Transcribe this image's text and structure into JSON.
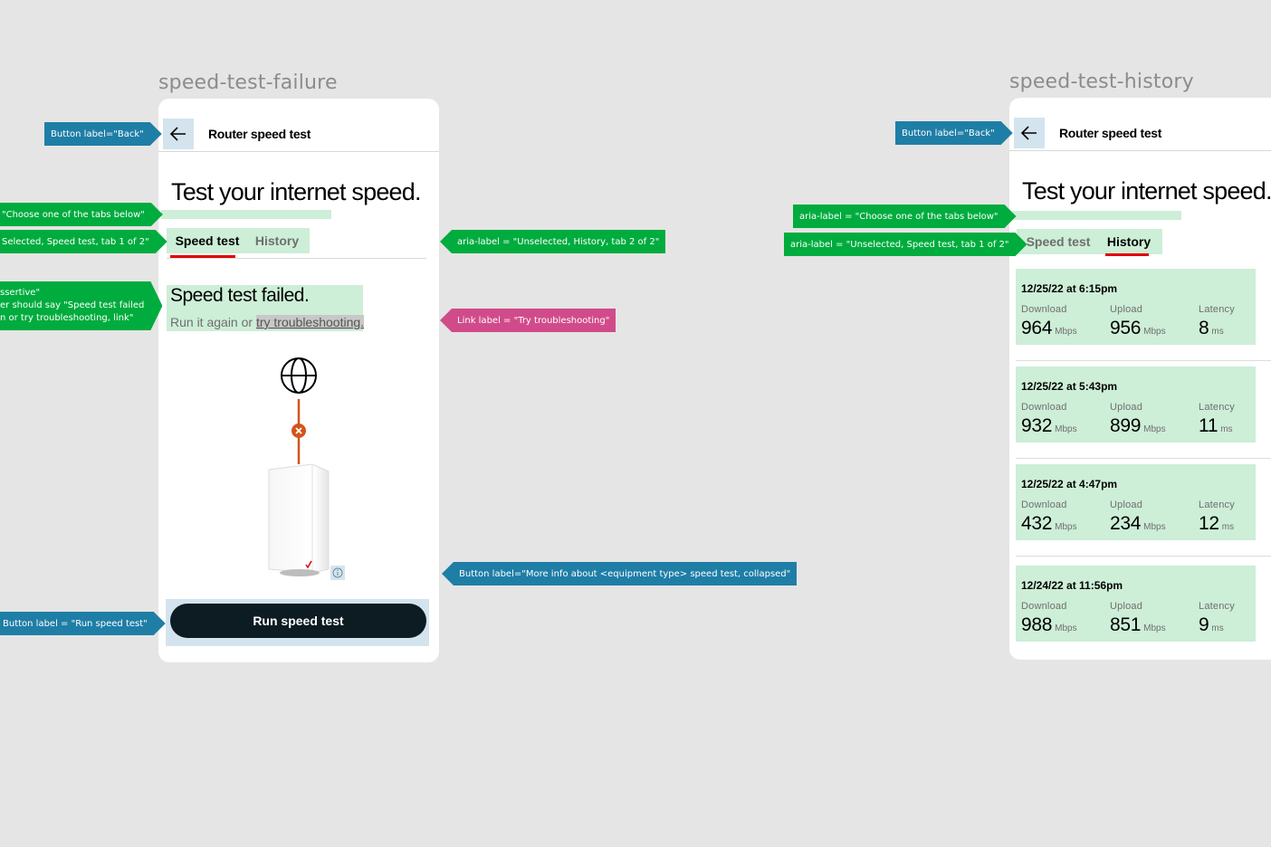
{
  "frames": {
    "failure_title": "speed-test-failure",
    "history_title": "speed-test-history"
  },
  "header": {
    "title": "Router speed test"
  },
  "headline": "Test your internet speed.",
  "tabs": {
    "speed_test": "Speed test",
    "history": "History"
  },
  "failure": {
    "title": "Speed test failed.",
    "sub_prefix": "Run it again or ",
    "link_try": "try",
    "link_rest": "troubleshooting."
  },
  "run_button": "Run speed test",
  "history": {
    "records": [
      {
        "date": "12/25/22 at 6:15pm",
        "download": "964",
        "upload": "956",
        "latency": "8"
      },
      {
        "date": "12/25/22 at 5:43pm",
        "download": "932",
        "upload": "899",
        "latency": "11"
      },
      {
        "date": "12/25/22 at 4:47pm",
        "download": "432",
        "upload": "234",
        "latency": "12"
      },
      {
        "date": "12/24/22 at 11:56pm",
        "download": "988",
        "upload": "851",
        "latency": "9"
      }
    ],
    "labels": {
      "download": "Download",
      "upload": "Upload",
      "latency": "Latency"
    },
    "units": {
      "speed": "Mbps",
      "latency": "ms"
    }
  },
  "annotations": {
    "back_left": "Button label=\"Back\"",
    "choose_left": "\"Choose one of the tabs below\"",
    "selected_left": "Selected, Speed test, tab 1 of 2\"",
    "assertive_lines": [
      "ssertive\"",
      "er should say \"Speed test failed",
      "n or try troubleshooting, link\""
    ],
    "run_left": "Button label = \"Run speed test\"",
    "unselected_history": "aria-label = \"Unselected, History, tab 2 of 2\"",
    "link_label": "Link label = \"Try troubleshooting\"",
    "more_info": "Button label=\"More info about <equipment type> speed test, collapsed\"",
    "back_right": "Button label=\"Back\"",
    "choose_right": "aria-label = \"Choose one of the tabs below\"",
    "unselected_speed": "aria-label = \"Unselected, Speed test, tab 1 of 2\""
  },
  "colors": {
    "background": "#e5e5e5",
    "aria_green": "#cdeed7",
    "focus_blue": "#d3e4ee",
    "tab_underline": "#e00000",
    "primary_button": "#0d1b22",
    "failure_orange": "#d4541a",
    "annotation_blue": "#1f7ea6",
    "annotation_green": "#00ac3e",
    "annotation_pink": "#d14b8b"
  },
  "icons": [
    "back-arrow-icon",
    "globe-icon",
    "error-x-icon",
    "router-icon",
    "info-icon"
  ]
}
